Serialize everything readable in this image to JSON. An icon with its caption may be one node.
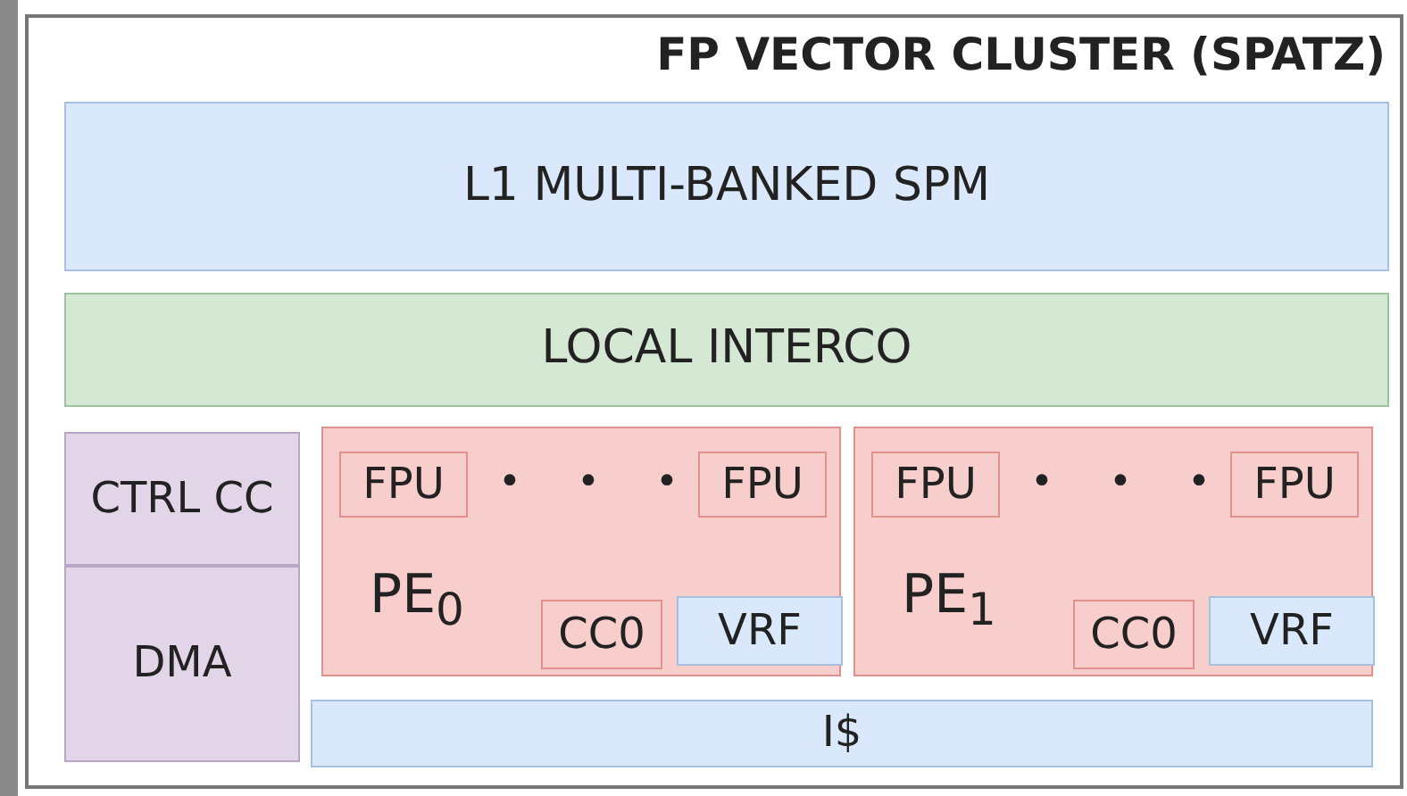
{
  "diagram": {
    "nodes": [
      {
        "text": [
          "FP VECTOR CLUSTER (SPATZ)"
        ]
      },
      {
        "text": [
          "L1 MULTI-BANKED SPM"
        ],
        "in": 0
      },
      {
        "text": [
          "LOCAL INTERCO"
        ],
        "in": 0
      },
      {
        "text": [
          "CTRL CC"
        ],
        "in": 0
      },
      {
        "text": [
          "DMA"
        ],
        "in": 0
      },
      {
        "text": [
          "PE$_{0}$"
        ],
        "in": 0
      },
      {
        "text": [
          "FPU"
        ],
        "in": 5
      },
      {
        "text": [
          "FPU"
        ],
        "in": 5
      },
      {
        "text": [
          "CC0"
        ],
        "in": 5
      },
      {
        "text": [
          "VRF"
        ],
        "in": 5
      },
      {
        "text": [
          "PE$_{1}$"
        ],
        "in": 0
      },
      {
        "text": [
          "FPU"
        ],
        "in": 10
      },
      {
        "text": [
          "FPU"
        ],
        "in": 10
      },
      {
        "text": [
          "CC0"
        ],
        "in": 10
      },
      {
        "text": [
          "VRF"
        ],
        "in": 10
      },
      {
        "text": [
          "I$"
        ],
        "in": 0
      }
    ],
    "labels": [
      "• • •",
      "• • •"
    ]
  }
}
